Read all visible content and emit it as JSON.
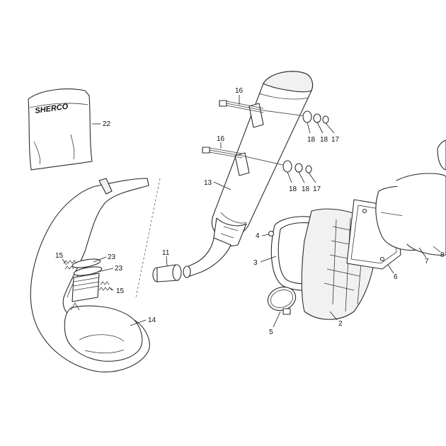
{
  "diagram": {
    "brand_logo_text": "SHERCO",
    "callouts": [
      {
        "id": "c22",
        "label": "22"
      },
      {
        "id": "c16a",
        "label": "16"
      },
      {
        "id": "c16b",
        "label": "16"
      },
      {
        "id": "c18a",
        "label": "18"
      },
      {
        "id": "c18b",
        "label": "18"
      },
      {
        "id": "c17a",
        "label": "17"
      },
      {
        "id": "c18c",
        "label": "18"
      },
      {
        "id": "c18d",
        "label": "18"
      },
      {
        "id": "c17b",
        "label": "17"
      },
      {
        "id": "c13",
        "label": "13"
      },
      {
        "id": "c11",
        "label": "11"
      },
      {
        "id": "c15a",
        "label": "15"
      },
      {
        "id": "c23a",
        "label": "23"
      },
      {
        "id": "c23b",
        "label": "23"
      },
      {
        "id": "c15b",
        "label": "15"
      },
      {
        "id": "c14",
        "label": "14"
      },
      {
        "id": "c4",
        "label": "4"
      },
      {
        "id": "c3",
        "label": "3"
      },
      {
        "id": "c5",
        "label": "5"
      },
      {
        "id": "c2",
        "label": "2"
      },
      {
        "id": "c6",
        "label": "6"
      },
      {
        "id": "c7",
        "label": "7"
      },
      {
        "id": "c8",
        "label": "8"
      }
    ]
  }
}
